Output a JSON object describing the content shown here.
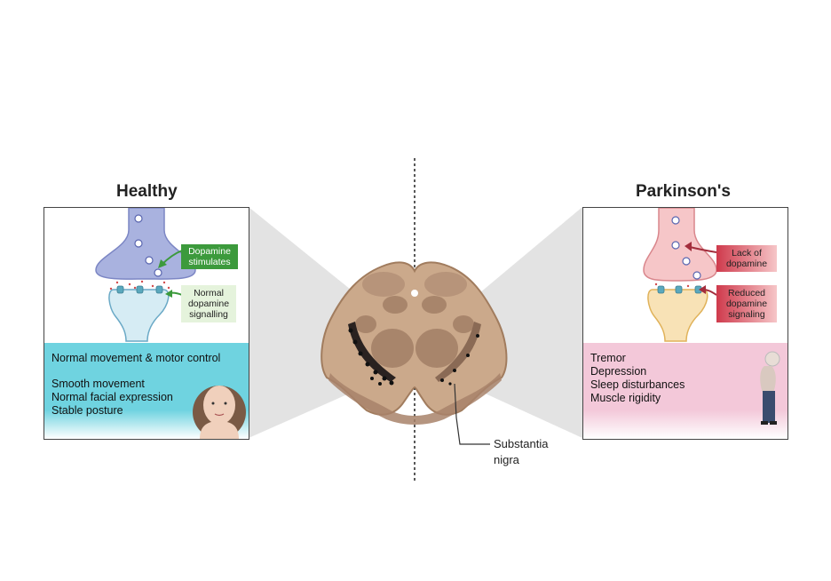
{
  "healthy": {
    "title": "Healthy",
    "tag_stimulates": "Dopamine stimulates",
    "tag_signalling": "Normal dopamine signalling",
    "box_heading": "Normal movement & motor control",
    "box_items": [
      "Smooth movement",
      "Normal facial expression",
      "Stable posture"
    ]
  },
  "parkinsons": {
    "title": "Parkinson's",
    "tag_lack": "Lack of dopamine",
    "tag_reduced": "Reduced dopamine signaling",
    "box_items": [
      "Tremor",
      "Depression",
      "Sleep disturbances",
      "Muscle rigidity"
    ]
  },
  "center": {
    "label_line1": "Substantia",
    "label_line2": "nigra"
  },
  "colors": {
    "healthy_presynaptic": "#a9b2df",
    "healthy_postsynaptic": "#d6ecf4",
    "healthy_box": "#6fd3e0",
    "stimulates_green": "#3c9a3c",
    "signalling_green_light": "#e5f3dc",
    "pd_presynaptic": "#f6c6c8",
    "pd_postsynaptic": "#f8e2b6",
    "pd_box": "#f3c8d9",
    "pd_red": "#cf3a4c",
    "brain_tan": "#cba98b",
    "receptor_teal": "#5aa8bd"
  }
}
